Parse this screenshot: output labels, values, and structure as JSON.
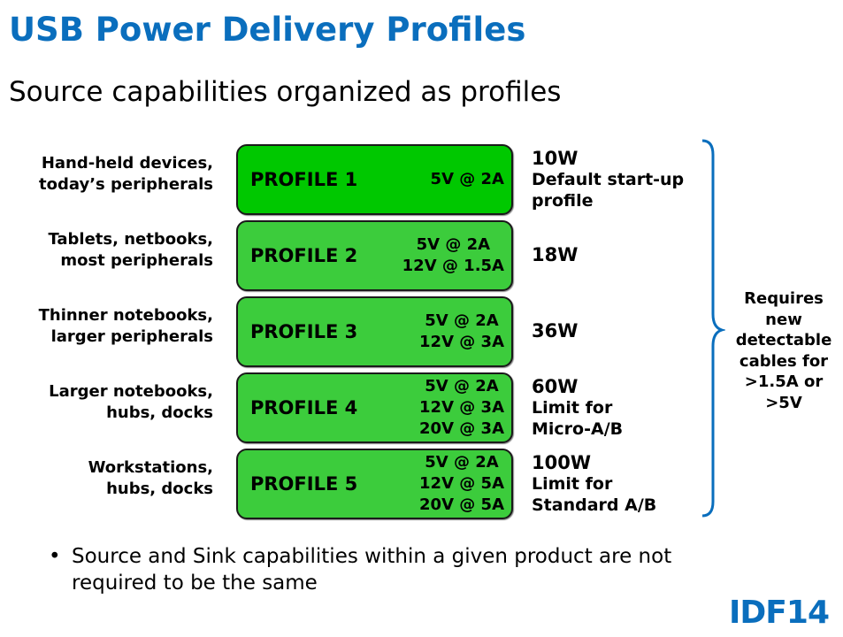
{
  "title": "USB Power Delivery Profiles",
  "subtitle": "Source capabilities organized as profiles",
  "profiles": [
    {
      "use": [
        "Hand-held devices,",
        "today’s peripherals"
      ],
      "name": "PROFILE 1",
      "volts": [
        "5V @ 2A"
      ],
      "watts": "10W",
      "note": [
        "Default start-up",
        "profile"
      ]
    },
    {
      "use": [
        "Tablets, netbooks,",
        "most peripherals"
      ],
      "name": "PROFILE 2",
      "volts": [
        "5V @ 2A",
        "12V @ 1.5A"
      ],
      "watts": "18W",
      "note": []
    },
    {
      "use": [
        "Thinner notebooks,",
        "larger peripherals"
      ],
      "name": "PROFILE 3",
      "volts": [
        "5V @ 2A",
        "12V @ 3A"
      ],
      "watts": "36W",
      "note": []
    },
    {
      "use": [
        "Larger notebooks,",
        "hubs, docks"
      ],
      "name": "PROFILE 4",
      "volts": [
        "5V @ 2A",
        "12V @ 3A",
        "20V @ 3A"
      ],
      "watts": "60W",
      "note": [
        "Limit for",
        "Micro-A/B"
      ]
    },
    {
      "use": [
        "Workstations,",
        "hubs, docks"
      ],
      "name": "PROFILE 5",
      "volts": [
        "5V @ 2A",
        "12V @ 5A",
        "20V @ 5A"
      ],
      "watts": "100W",
      "note": [
        "Limit for",
        "Standard A/B"
      ]
    }
  ],
  "brace_text": [
    "Requires",
    "new",
    "detectable",
    "cables for",
    ">1.5A or",
    ">5V"
  ],
  "bullet": "Source and Sink capabilities within a given product are not required to be the same",
  "logo": "IDF14",
  "colors": {
    "title": "#0a6ebd",
    "profile1": "#00c800",
    "profile": "#3ccc3c"
  }
}
